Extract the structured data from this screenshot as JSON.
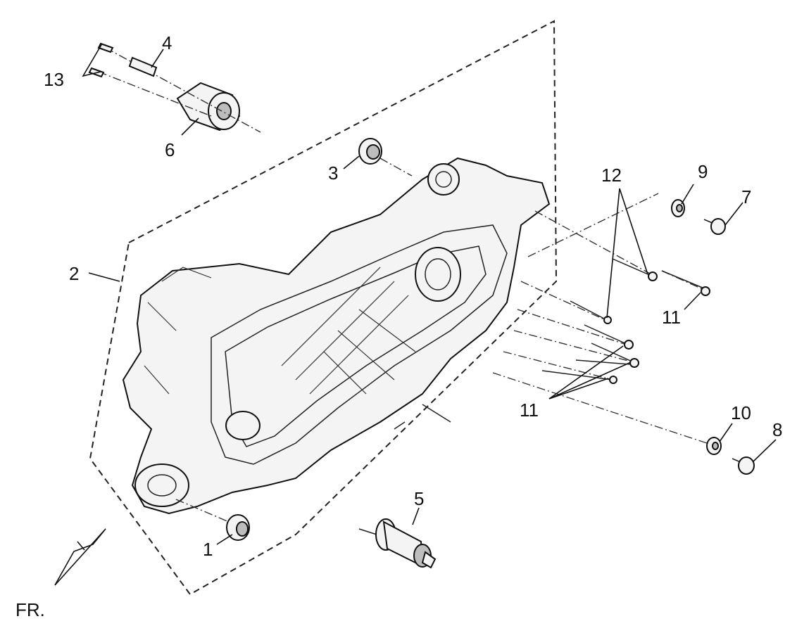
{
  "direction_label": "FR.",
  "callouts": [
    {
      "id": "c1",
      "text": "1"
    },
    {
      "id": "c2",
      "text": "2"
    },
    {
      "id": "c3",
      "text": "3"
    },
    {
      "id": "c4",
      "text": "4"
    },
    {
      "id": "c5",
      "text": "5"
    },
    {
      "id": "c6",
      "text": "6"
    },
    {
      "id": "c7",
      "text": "7"
    },
    {
      "id": "c8",
      "text": "8"
    },
    {
      "id": "c9",
      "text": "9"
    },
    {
      "id": "c10",
      "text": "10"
    },
    {
      "id": "c11a",
      "text": "11"
    },
    {
      "id": "c11b",
      "text": "11"
    },
    {
      "id": "c12",
      "text": "12"
    },
    {
      "id": "c13",
      "text": "13"
    }
  ]
}
